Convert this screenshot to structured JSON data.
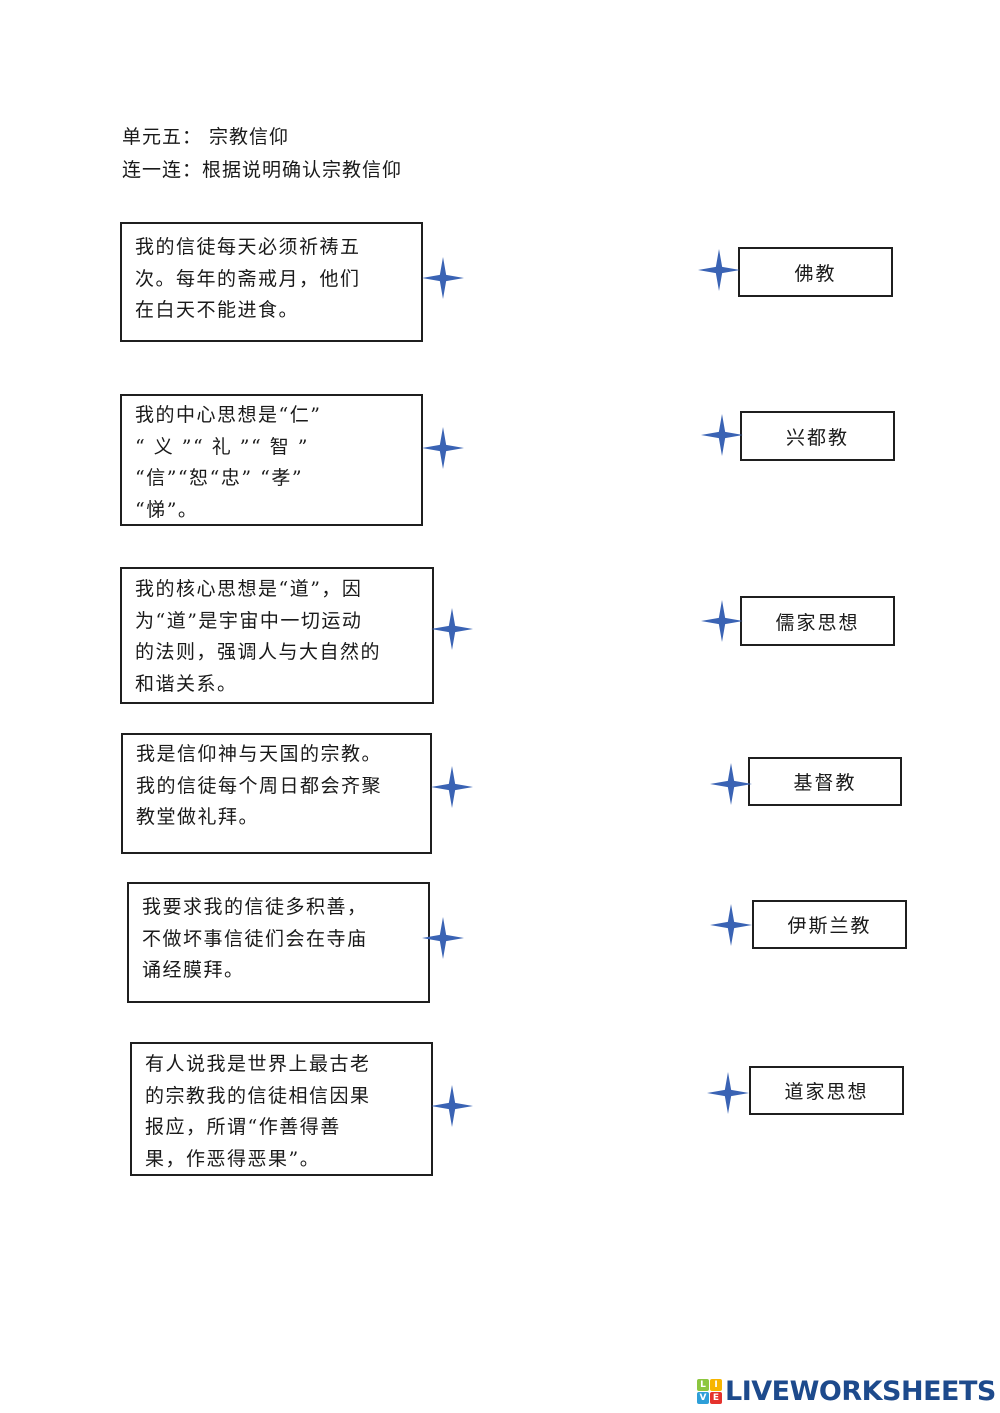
{
  "header": {
    "unit_title": "单元五：  宗教信仰",
    "instruction": "连一连：根据说明确认宗教信仰"
  },
  "descriptions": [
    {
      "lines": [
        "我的信徒每天必须祈祷五",
        "次。每年的斋戒月，他们",
        "在白天不能进食。"
      ]
    },
    {
      "lines": [
        "我的中心思想是“仁”",
        "“ 义 ”“ 礼 ”“ 智 ”",
        "“信”“恕“忠”  “孝”",
        "“悌”。"
      ]
    },
    {
      "lines": [
        "我的核心思想是“道”，因",
        "为“道”是宇宙中一切运动",
        "的法则，强调人与大自然的",
        "和谐关系。"
      ]
    },
    {
      "lines": [
        "我是信仰神与天国的宗教。",
        "我的信徒每个周日都会齐聚",
        "教堂做礼拜。"
      ]
    },
    {
      "lines": [
        "我要求我的信徒多积善，",
        "不做坏事信徒们会在寺庙",
        "诵经膜拜。"
      ]
    },
    {
      "lines": [
        "有人说我是世界上最古老",
        "的宗教我的信徒相信因果",
        "报应，所谓“作善得善",
        "果，作恶得恶果”。"
      ]
    }
  ],
  "answers": [
    {
      "label": "佛教"
    },
    {
      "label": "兴都教"
    },
    {
      "label": "儒家思想"
    },
    {
      "label": "基督教"
    },
    {
      "label": "伊斯兰教"
    },
    {
      "label": "道家思想"
    }
  ],
  "connector": {
    "icon": "four-point-star-icon",
    "color": "#3a63b4"
  },
  "footer": {
    "logo_letters": [
      "L",
      "I",
      "V",
      "E"
    ],
    "logo_colors": [
      "#8cc63f",
      "#f7b500",
      "#2e9fd8",
      "#e5322d"
    ],
    "brand": "LIVEWORKSHEETS"
  }
}
